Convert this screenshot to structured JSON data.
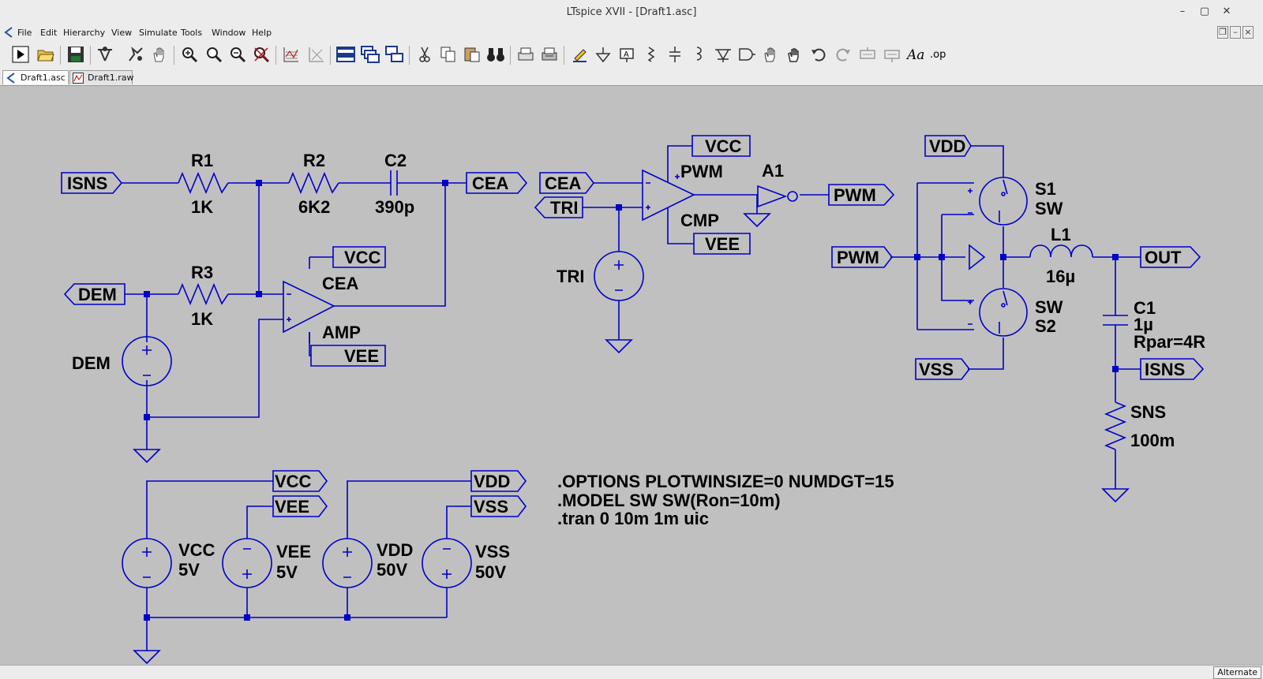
{
  "window": {
    "title": "LTspice XVII - [Draft1.asc]"
  },
  "menu": [
    "File",
    "Edit",
    "Hierarchy",
    "View",
    "Simulate",
    "Tools",
    "Window",
    "Help"
  ],
  "toolbar_icons": [
    "run-icon",
    "open-icon",
    "save-icon",
    "control-panel-icon",
    "halt-icon",
    "pan-hand-icon",
    "zoom-in-icon",
    "zoom-area-icon",
    "zoom-out-icon",
    "zoom-fit-icon",
    "autorange-icon",
    "plot-settings-icon",
    "tile-horizontal-icon",
    "cascade-icon",
    "tile-vertical-icon",
    "cut-icon",
    "copy-icon",
    "paste-icon",
    "find-icon",
    "print-preview-icon",
    "print-icon",
    "draw-wire-icon",
    "ground-icon",
    "label-net-icon",
    "resistor-icon",
    "capacitor-icon",
    "inductor-icon",
    "diode-icon",
    "component-icon",
    "move-icon",
    "drag-icon",
    "undo-icon",
    "redo-icon",
    "rotate-icon",
    "mirror-icon",
    "text-icon",
    "spice-directive-icon"
  ],
  "tabs": [
    {
      "label": "Draft1.asc",
      "icon": "schematic-icon",
      "active": true
    },
    {
      "label": "Draft1.raw",
      "icon": "waveform-icon",
      "active": false
    }
  ],
  "status": {
    "mode": "Alternate"
  },
  "schematic": {
    "components": {
      "r1": {
        "name": "R1",
        "value": "1K"
      },
      "r2": {
        "name": "R2",
        "value": "6K2"
      },
      "r3": {
        "name": "R3",
        "value": "1K"
      },
      "c2": {
        "name": "C2",
        "value": "390p"
      },
      "c1": {
        "name": "C1",
        "value": "1µ",
        "extra": "Rpar=4R"
      },
      "l1": {
        "name": "L1",
        "value": "16µ"
      },
      "sns": {
        "name": "SNS",
        "value": "100m"
      },
      "amp": {
        "name": "AMP",
        "label": "CEA"
      },
      "cmp": {
        "name": "CMP",
        "label": "PWM"
      },
      "a1": {
        "name": "A1"
      },
      "s1": {
        "name": "S1",
        "model": "SW"
      },
      "s2": {
        "name": "S2",
        "model": "SW"
      },
      "dem": {
        "name": "DEM"
      },
      "tri": {
        "name": "TRI"
      },
      "vcc": {
        "name": "VCC",
        "value": "5V"
      },
      "vee": {
        "name": "VEE",
        "value": "5V"
      },
      "vdd": {
        "name": "VDD",
        "value": "50V"
      },
      "vss": {
        "name": "VSS",
        "value": "50V"
      }
    },
    "nets": {
      "isns": "ISNS",
      "cea": "CEA",
      "dem": "DEM",
      "vcc": "VCC",
      "vee": "VEE",
      "tri": "TRI",
      "pwm": "PWM",
      "vdd": "VDD",
      "vss": "VSS",
      "out": "OUT"
    },
    "directives": [
      ".OPTIONS PLOTWINSIZE=0 NUMDGT=15",
      ".MODEL SW SW(Ron=10m)",
      ".tran 0 10m 1m uic"
    ]
  }
}
